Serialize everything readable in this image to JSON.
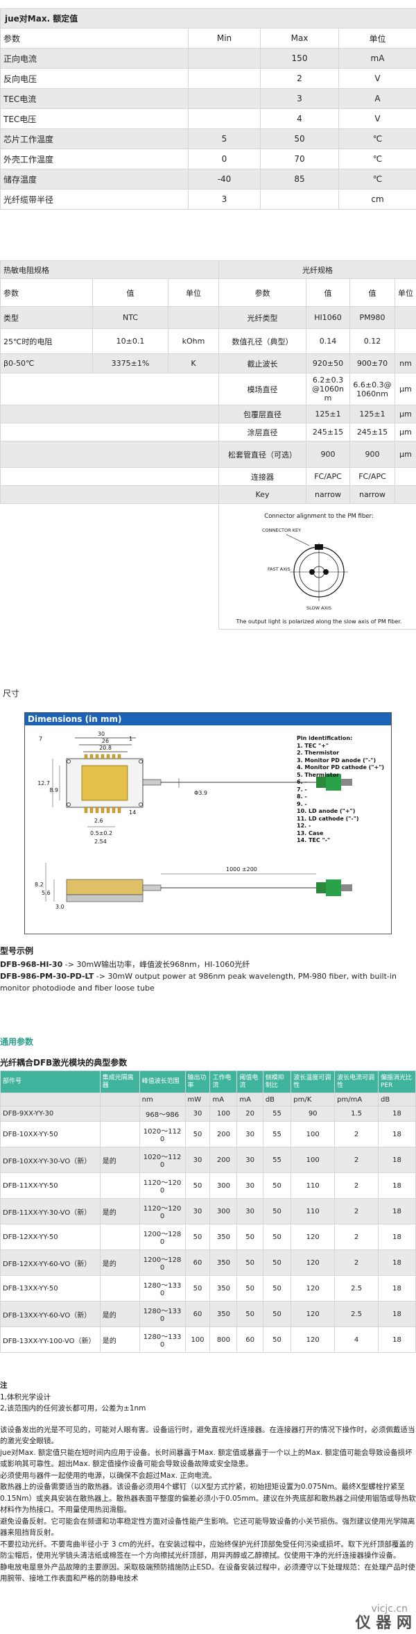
{
  "absolute_max": {
    "title": "jue对Max. 额定值",
    "headers": [
      "参数",
      "Min",
      "Max",
      "单位"
    ],
    "rows": [
      [
        "正向电流",
        "",
        "150",
        "mA"
      ],
      [
        "反向电压",
        "",
        "2",
        "V"
      ],
      [
        "TEC电流",
        "",
        "3",
        "A"
      ],
      [
        "TEC电压",
        "",
        "4",
        "V"
      ],
      [
        "芯片工作温度",
        "5",
        "50",
        "℃"
      ],
      [
        "外壳工作温度",
        "0",
        "70",
        "℃"
      ],
      [
        "储存温度",
        "-40",
        "85",
        "℃"
      ],
      [
        "光纤缆带半径",
        "3",
        "",
        "cm"
      ]
    ]
  },
  "thermistor": {
    "title": "热敏电阻规格",
    "headers": [
      "参数",
      "值",
      "单位"
    ],
    "rows": [
      [
        "类型",
        "NTC",
        ""
      ],
      [
        "25℃时的电阻",
        "10±0.1",
        "kOhm"
      ],
      [
        "β0-50℃",
        "3375±1%",
        "K"
      ]
    ]
  },
  "fiber": {
    "title": "光纤规格",
    "headers": [
      "参数",
      "值",
      "值",
      "单位"
    ],
    "rows": [
      [
        "光纤类型",
        "HI1060",
        "PM980",
        ""
      ],
      [
        "数值孔径（典型）",
        "0.14",
        "0.12",
        ""
      ],
      [
        "截止波长",
        "920±50",
        "900±70",
        "nm"
      ],
      [
        "模场直径",
        "6.2±0.3@1060nm",
        "6.6±0.3@1060nm",
        "μm"
      ],
      [
        "包覆层直径",
        "125±1",
        "125±1",
        "μm"
      ],
      [
        "涂层直径",
        "245±15",
        "245±15",
        "μm"
      ],
      [
        "松套管直径（可选）",
        "900",
        "900",
        "μm"
      ],
      [
        "连接器",
        "FC/APC",
        "FC/APC",
        ""
      ],
      [
        "Key",
        "narrow",
        "narrow",
        ""
      ]
    ],
    "connector_figure": {
      "title": "Connector alignment to the PM fiber:",
      "connector_key": "CONNECTOR KEY",
      "fast_axis": "FAST AXIS",
      "slow_axis": "SLOW AXIS",
      "caption": "The output light is polarized along the slow axis of PM fiber."
    }
  },
  "dimensions": {
    "section_label": "尺寸",
    "box_title": "Dimensions (in mm)",
    "labels": {
      "d30": "30",
      "d26": "26",
      "d208": "20.8",
      "d127": "12.7",
      "d89": "8.9",
      "d26b": "2.6",
      "d05": "0.5±0.2",
      "d254": "2.54",
      "d1000": "1000 ±200",
      "d39": "Φ3.9",
      "d56": "5.6",
      "d82": "8.2",
      "d14": "14",
      "d7": "7",
      "d1": "1",
      "d3": "3.0"
    },
    "pin_title": "Pin identification:",
    "pins": [
      "1. TEC \"+\"",
      "2. Thermistor",
      "3. Monitor PD anode (\"-\")",
      "4. Monitor PD cathode (\"+\")",
      "5. Thermistor",
      "6. -",
      "7. -",
      "8. -",
      "9. -",
      "10. LD anode (\"+\")",
      "11. LD cathode (\"-\")",
      "12. -",
      "13. Case",
      "14. TEC \"-\""
    ]
  },
  "model": {
    "title": "型号示例",
    "line1_code": "DFB-968-HI-30",
    "line1_text": " -> 30mW输出功率，峰值波长968nm，HI-1060光纤",
    "line2_code": "DFB-986-PM-30-PD-LT",
    "line2_text": " -> 30mW output power at 986nm peak wavelength, PM-980 fiber, with built-in monitor photodiode and fiber loose tube"
  },
  "general": {
    "section_title": "通用参数",
    "table_title": "光纤耦合DFB激光模块的典型参数",
    "headers": [
      "部件号",
      "集成光隔离器",
      "峰值波长范围",
      "输出功率",
      "工作电流",
      "阈值电流",
      "侧模抑制比",
      "波长温度可调性",
      "波长电流可调性",
      "偏振消光比PER"
    ],
    "units": [
      "",
      "",
      "nm",
      "mW",
      "mA",
      "mA",
      "dB",
      "pm/K",
      "pm/mA",
      "dB"
    ],
    "rows": [
      [
        "DFB-9XX-YY-30",
        "",
        "968～986",
        "30",
        "100",
        "20",
        "55",
        "90",
        "1.5",
        "18"
      ],
      [
        "DFB-10XX-YY-50",
        "",
        "1020～1120",
        "50",
        "200",
        "30",
        "55",
        "100",
        "2",
        "18"
      ],
      [
        "DFB-10XX-YY-30-VO（新）",
        "是的",
        "1020～1120",
        "30",
        "200",
        "30",
        "55",
        "100",
        "2",
        "18"
      ],
      [
        "DFB-11XX-YY-50",
        "",
        "1120～1200",
        "50",
        "300",
        "30",
        "50",
        "110",
        "2",
        "18"
      ],
      [
        "DFB-11XX-YY-30-VO（新）",
        "是的",
        "1120～1200",
        "30",
        "300",
        "30",
        "50",
        "110",
        "2",
        "18"
      ],
      [
        "DFB-12XX-YY-50",
        "",
        "1200～1280",
        "50",
        "350",
        "50",
        "50",
        "120",
        "2",
        "18"
      ],
      [
        "DFB-12XX-YY-60-VO（新）",
        "是的",
        "1200～1280",
        "60",
        "350",
        "50",
        "50",
        "120",
        "2",
        "18"
      ],
      [
        "DFB-13XX-YY-50",
        "",
        "1280～1330",
        "50",
        "350",
        "50",
        "50",
        "120",
        "2.5",
        "18"
      ],
      [
        "DFB-13XX-YY-60-VO（新）",
        "是的",
        "1280～1330",
        "60",
        "350",
        "50",
        "50",
        "120",
        "2.5",
        "18"
      ],
      [
        "DFB-13XX-YY-100-VO（新）",
        "是的",
        "1280～1330",
        "100",
        "800",
        "60",
        "50",
        "120",
        "4",
        "18"
      ]
    ]
  },
  "notes": {
    "head": "注",
    "items": [
      "1,体积光学设计",
      "2,该范围内的任何波长都可用，公差为±1nm"
    ],
    "paragraphs": [
      "该设备发出的光是不可见的，可能对人眼有害。设备运行时，避免直视光纤连接器。在连接器打开的情况下操作时，必须佩戴适当的激光安全眼镜。",
      "jue对Max. 额定值只能在短时间内应用于设备。长时间暴露于Max. 额定值或暴露于一个以上的Max. 额定值可能会导致设备损坏或影响其可靠性。超出Max. 额定值操作设备可能会导致设备故障或安全隐患。",
      "必须使用与器件一起使用的电源，以确保不会超过Max. 正向电流。",
      "散热器上的设备需要适当的散热器。该设备必须用4个螺钉（以X型方式拧紧，初始扭矩设置为0.075Nm。最终X型螺栓拧紧至0.15Nm）或夹具安装在散热器上。散热器表面平整度的偏差必须小于0.05mm。建议在外壳底部和散热器之间使用铟箔或导热软材料作为热接口。不用量使用热润滑脂。",
      "避免设备反射。它可能会在频谱和功率稳定性方面对设备性能产生影响。它还可能导致设备的小关节损伤。强烈建议使用光学隔离器来阻挡背反射。",
      "不要拉动光纤。不要弯曲半径小于 3 cm的光纤。在安装过程中，应始终保护光纤顶部免受任何污染或损坏。取下光纤顶部覆盖的防尘帽后，使用光学镜头清洁纸或棉签在一个方向擦拭光纤顶部，用异丙醇或乙醇擦拭。仅使用干净的光纤连接器操作设备。",
      "静电放电是意外产品故障的主要原因。采取极端预防措施防止ESD。在设备安装过程中，必须遵守以下处理规范：在处理产品时使用腕带、接地工作表面和严格的防静电技术"
    ]
  },
  "watermark": {
    "top": "vicjc.cn",
    "bottom": "仪 器 网"
  }
}
